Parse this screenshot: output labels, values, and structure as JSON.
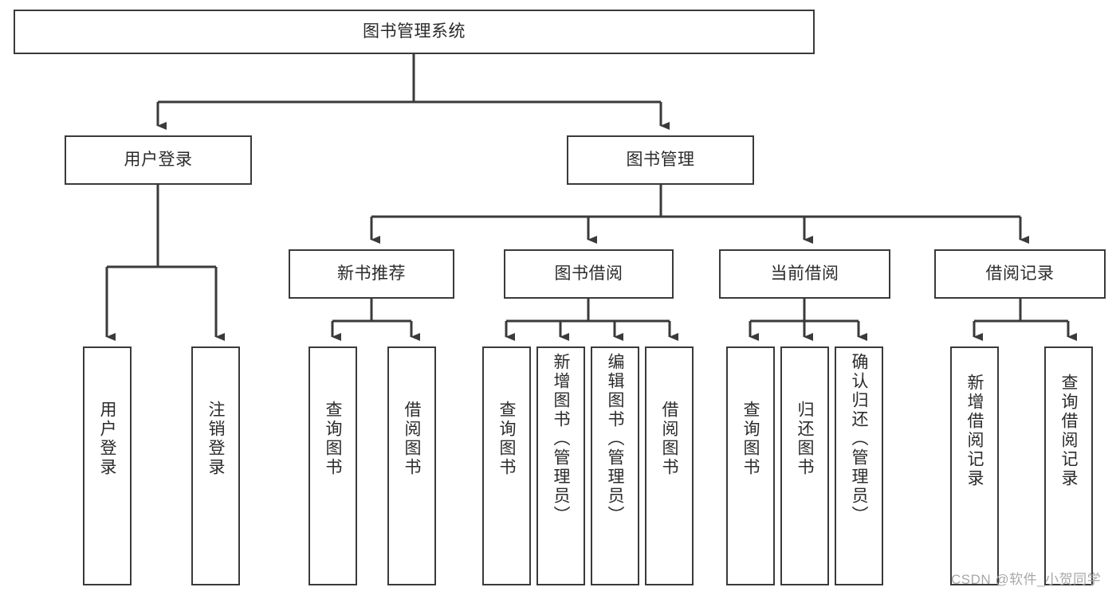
{
  "diagram": {
    "type": "tree-hierarchy",
    "title": "图书管理系统",
    "root": {
      "id": "root",
      "label": "图书管理系统",
      "level": 0
    },
    "level1": [
      {
        "id": "user-login",
        "label": "用户登录"
      },
      {
        "id": "book-management",
        "label": "图书管理"
      }
    ],
    "level2": [
      {
        "id": "new-book-recommend",
        "label": "新书推荐",
        "parent": "book-management"
      },
      {
        "id": "book-borrow",
        "label": "图书借阅",
        "parent": "book-management"
      },
      {
        "id": "current-borrow",
        "label": "当前借阅",
        "parent": "book-management"
      },
      {
        "id": "borrow-record",
        "label": "借阅记录",
        "parent": "book-management"
      }
    ],
    "leaves": {
      "user_login": [
        {
          "id": "leaf-user-login",
          "label": "用户登录"
        },
        {
          "id": "leaf-logout-login",
          "label": "注销登录"
        }
      ],
      "new_book_recommend": [
        {
          "id": "leaf-query-book-1",
          "label": "查询图书"
        },
        {
          "id": "leaf-borrow-book-1",
          "label": "借阅图书"
        }
      ],
      "book_borrow": [
        {
          "id": "leaf-query-book-2",
          "label": "查询图书"
        },
        {
          "id": "leaf-add-book",
          "label": "新增图书（管理员）"
        },
        {
          "id": "leaf-edit-book",
          "label": "编辑图书（管理员）"
        },
        {
          "id": "leaf-borrow-book-2",
          "label": "借阅图书"
        }
      ],
      "current_borrow": [
        {
          "id": "leaf-query-book-3",
          "label": "查询图书"
        },
        {
          "id": "leaf-return-book",
          "label": "归还图书"
        },
        {
          "id": "leaf-confirm-return",
          "label": "确认归还（管理员）"
        }
      ],
      "borrow_record": [
        {
          "id": "leaf-add-record",
          "label": "新增借阅记录"
        },
        {
          "id": "leaf-query-record",
          "label": "查询借阅记录"
        }
      ]
    }
  },
  "watermark": {
    "text": "CSDN @软件_小贺同学"
  },
  "colors": {
    "stroke": "#3a3a3a",
    "text": "#2b2b2b",
    "background": "#ffffff",
    "watermark": "#a8a8a8"
  }
}
